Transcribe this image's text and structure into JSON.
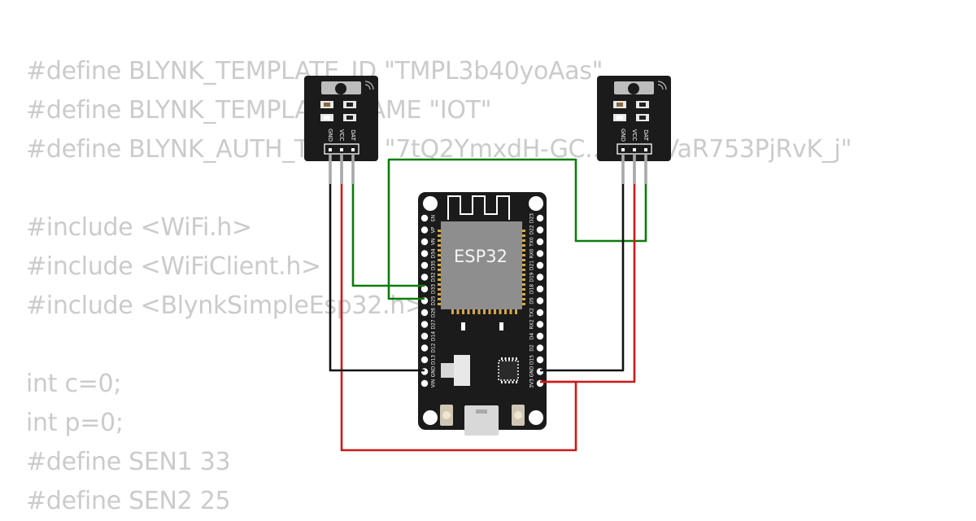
{
  "code_lines": [
    "#define BLYNK_TEMPLATE_ID \"TMPL3b40yoAas\"",
    "#define BLYNK_TEMPLATE_NAME \"IOT\"",
    "#define BLYNK_AUTH_TOKEN \"7tQ2YmxdH-GC...MawVaR753PjRvK_j\"",
    "",
    "#include <WiFi.h>",
    "#include <WiFiClient.h>",
    "#include <BlynkSimpleEsp32.h>",
    "",
    "int c=0;",
    "int p=0;",
    "#define SEN1 33",
    "#define SEN2 25"
  ],
  "board": {
    "label": "ESP32",
    "left_pins": [
      "EN",
      "VP",
      "VN",
      "D34",
      "D35",
      "D32",
      "D33",
      "D25",
      "D26",
      "D27",
      "D14",
      "D12",
      "D13",
      "GND",
      "VIN"
    ],
    "right_pins": [
      "D23",
      "D22",
      "TX0",
      "RX0",
      "D21",
      "D19",
      "D18",
      "D5",
      "TX2",
      "RX2",
      "D4",
      "D2",
      "D15",
      "GND",
      "3V3"
    ]
  },
  "sensor_left": {
    "pins": [
      "GND",
      "VCC",
      "DAT"
    ]
  },
  "sensor_right": {
    "pins": [
      "GND",
      "VCC",
      "DAT"
    ]
  },
  "colors": {
    "signal_wire": "#0a7d0a",
    "power_wire": "#d01818",
    "ground_wire": "#111111",
    "board": "#1b1b1b",
    "chip": "#8e8e8e",
    "code_text": "#cbcbcb"
  }
}
